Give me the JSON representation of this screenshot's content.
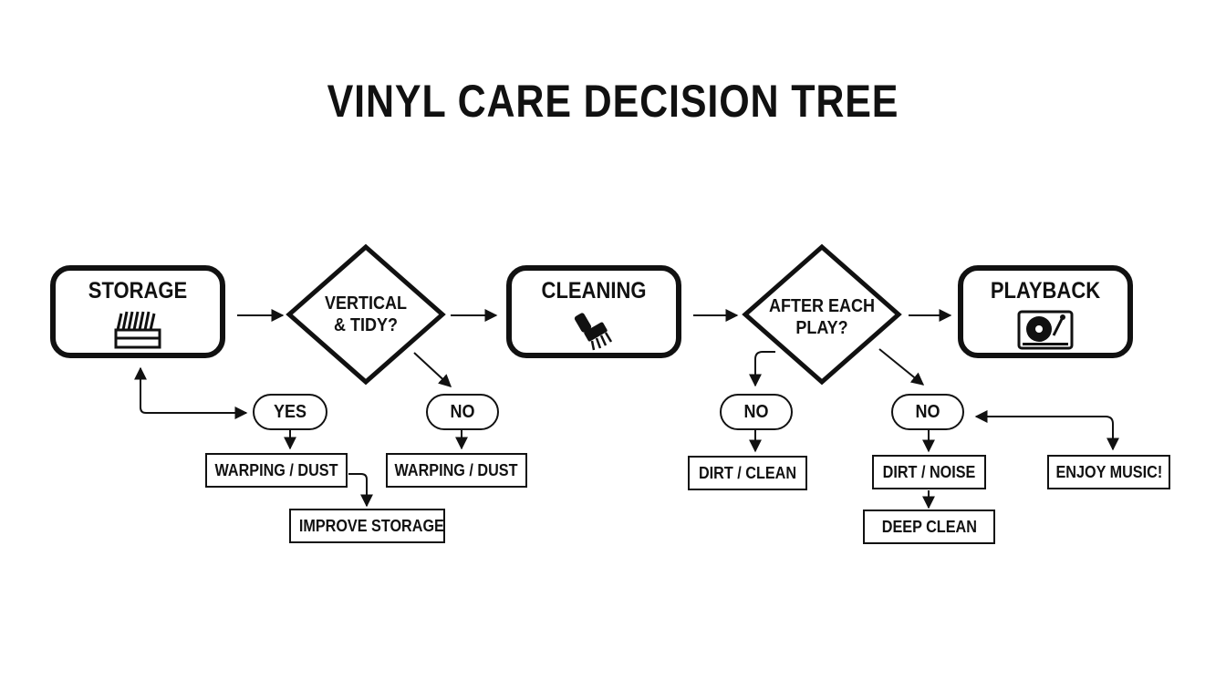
{
  "title": "VINYL CARE DECISION TREE",
  "stages": {
    "storage": {
      "label": "STORAGE",
      "icon": "record-crate-icon"
    },
    "cleaning": {
      "label": "CLEANING",
      "icon": "cleaning-brush-icon"
    },
    "playback": {
      "label": "PLAYBACK",
      "icon": "turntable-icon"
    }
  },
  "decisions": {
    "storage_check": {
      "line1": "VERTICAL",
      "line2": "& TIDY?"
    },
    "cleaning_check": {
      "line1": "AFTER EACH",
      "line2": "PLAY?"
    }
  },
  "answers": {
    "storage_yes": "YES",
    "storage_no": "NO",
    "cleaning_no_left": "NO",
    "cleaning_no_right": "NO"
  },
  "outcomes": {
    "storage_yes_issue": "WARPING / DUST",
    "improve_storage": "IMPROVE STORAGE",
    "storage_no_issue": "WARPING / DUST",
    "dirt_clean": "DIRT / CLEAN",
    "dirt_noise": "DIRT / NOISE",
    "deep_clean": "DEEP CLEAN",
    "enjoy_music": "ENJOY MUSIC!"
  }
}
